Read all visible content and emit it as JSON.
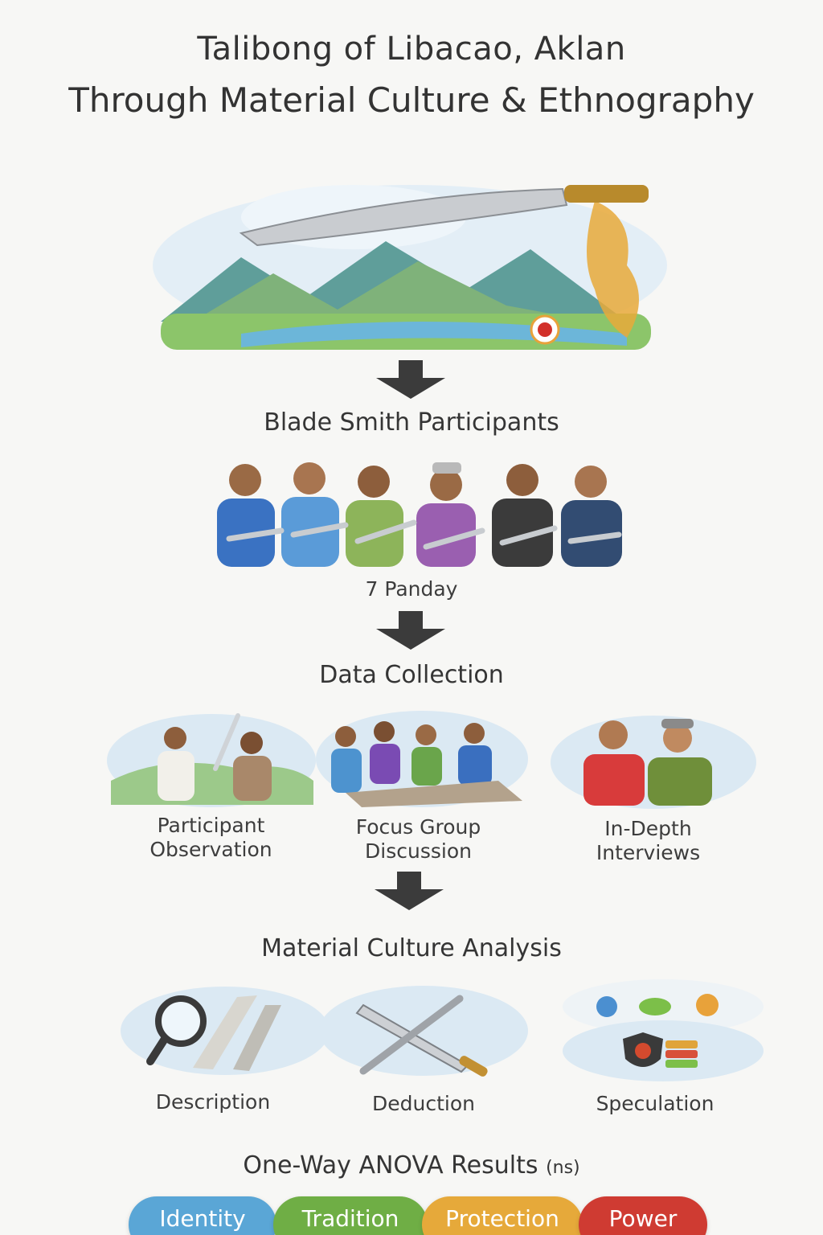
{
  "title": {
    "line1": "Talibong of Libacao, Aklan",
    "line2": "Through Material Culture & Ethnography"
  },
  "steps": {
    "participants": {
      "heading": "Blade Smith Participants",
      "caption": "7 Panday"
    },
    "data_collection": {
      "heading": "Data Collection",
      "methods": [
        {
          "line1": "Participant",
          "line2": "Observation"
        },
        {
          "line1": "Focus Group",
          "line2": "Discussion"
        },
        {
          "line1": "In-Depth",
          "line2": "Interviews"
        }
      ]
    },
    "analysis": {
      "heading": "Material Culture Analysis",
      "methods": [
        "Description",
        "Deduction",
        "Speculation"
      ]
    },
    "results": {
      "heading": "One-Way ANOVA Results",
      "note": "(ns)",
      "pills": [
        {
          "label": "Identity",
          "color": "#5aa6d6"
        },
        {
          "label": "Tradition",
          "color": "#6fae45"
        },
        {
          "label": "Protection",
          "color": "#e6a93a"
        },
        {
          "label": "Power",
          "color": "#cf3b32"
        }
      ]
    }
  },
  "icons": [
    "talibong-blade-landscape-illustration",
    "location-pin-icon",
    "arrow-down-icon",
    "blade-smiths-group-illustration",
    "participant-observation-illustration",
    "focus-group-illustration",
    "interview-illustration",
    "magnifier-icon",
    "crossed-blades-icon",
    "shield-coins-icon"
  ]
}
